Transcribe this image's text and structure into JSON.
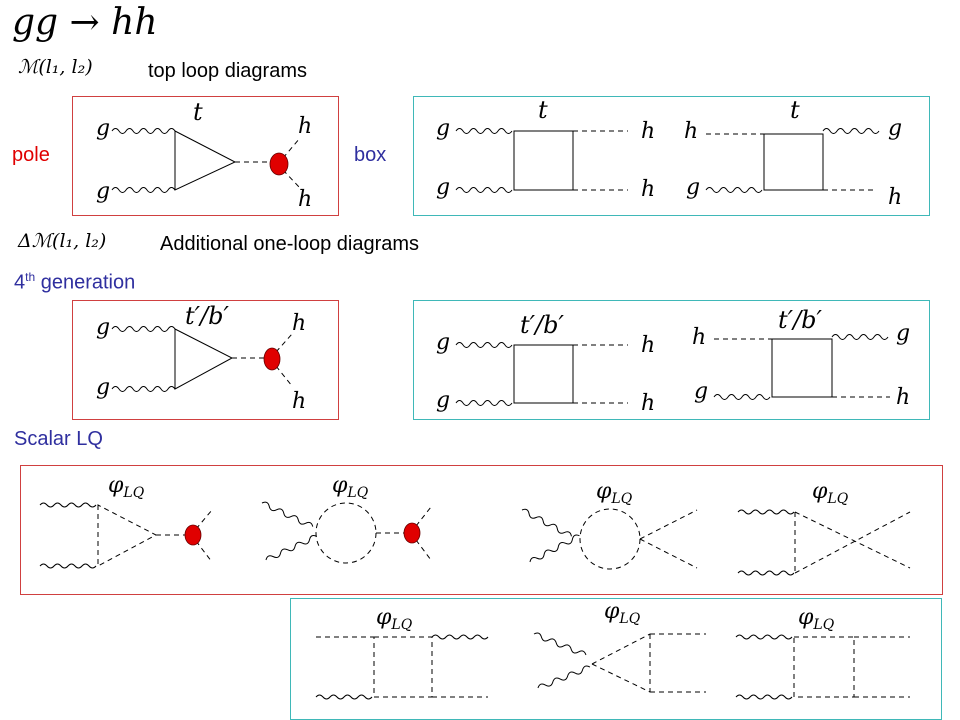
{
  "header": {
    "process": "gg → hh"
  },
  "row1": {
    "amplitude": "ℳ(l₁, l₂)",
    "caption": "top loop diagrams",
    "pole_label": "pole",
    "box_label": "box"
  },
  "row2": {
    "amplitude": "Δℳ(l₁, l₂)",
    "caption": "Additional one-loop diagrams",
    "gen_base": "4",
    "gen_sup": "th",
    "gen_rest": " generation"
  },
  "row3": {
    "caption": "Scalar LQ"
  },
  "symbols": {
    "g": "g",
    "h": "h",
    "t": "t",
    "tb": "t′/b′",
    "phi": "φ",
    "lq": "LQ"
  },
  "colors": {
    "red_frame": "#d04040",
    "cyan_frame": "#3fb8b8",
    "blob": "#e00000",
    "blue_text": "#2f2f9f"
  }
}
